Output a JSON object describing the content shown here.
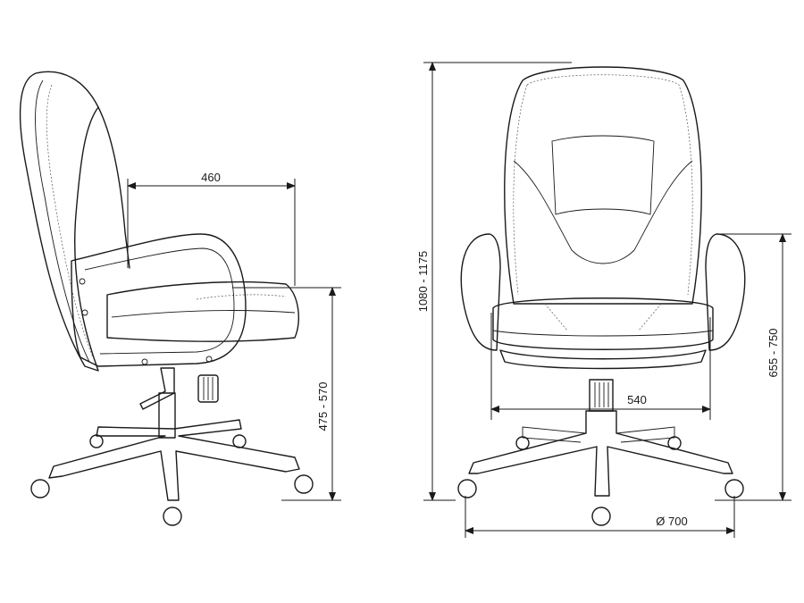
{
  "diagram": {
    "side_view": {
      "seat_depth_label": "460",
      "seat_height_label": "475 - 570"
    },
    "front_view": {
      "total_height_label": "1080 - 1175",
      "seat_width_label": "540",
      "armrest_height_label": "655 - 750",
      "base_diameter_label": "Ø 700"
    }
  }
}
